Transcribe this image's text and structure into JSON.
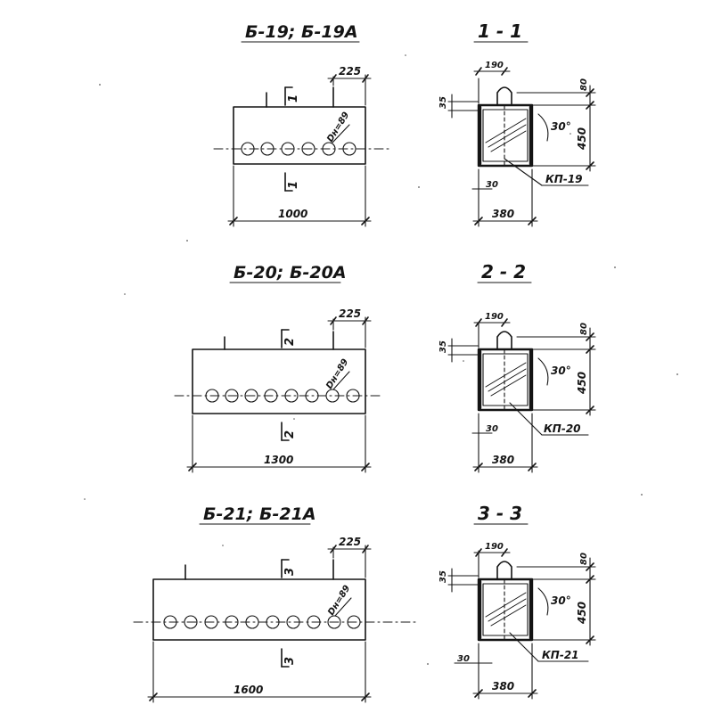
{
  "beams": [
    {
      "title": "Б-19; Б-19А",
      "cut_label": "1",
      "length": "1000",
      "offset": "225",
      "hole_label": "Dн=89",
      "section": {
        "title": "1 - 1",
        "width_top": "190",
        "top_offset": "80",
        "height": "450",
        "angle": "30°",
        "side": "35",
        "bottom_left": "30",
        "width": "380",
        "plate": "КП-19"
      }
    },
    {
      "title": "Б-20; Б-20А",
      "cut_label": "2",
      "length": "1300",
      "offset": "225",
      "hole_label": "Dн=89",
      "section": {
        "title": "2 - 2",
        "width_top": "190",
        "top_offset": "80",
        "height": "450",
        "angle": "30°",
        "side": "35",
        "bottom_left": "30",
        "width": "380",
        "plate": "КП-20"
      }
    },
    {
      "title": "Б-21; Б-21А",
      "cut_label": "3",
      "length": "1600",
      "offset": "225",
      "hole_label": "Dн=89",
      "section": {
        "title": "3 - 3",
        "width_top": "190",
        "top_offset": "80",
        "height": "450",
        "angle": "30°",
        "side": "35",
        "bottom_left": "30",
        "width": "380",
        "plate": "КП-21"
      }
    }
  ]
}
